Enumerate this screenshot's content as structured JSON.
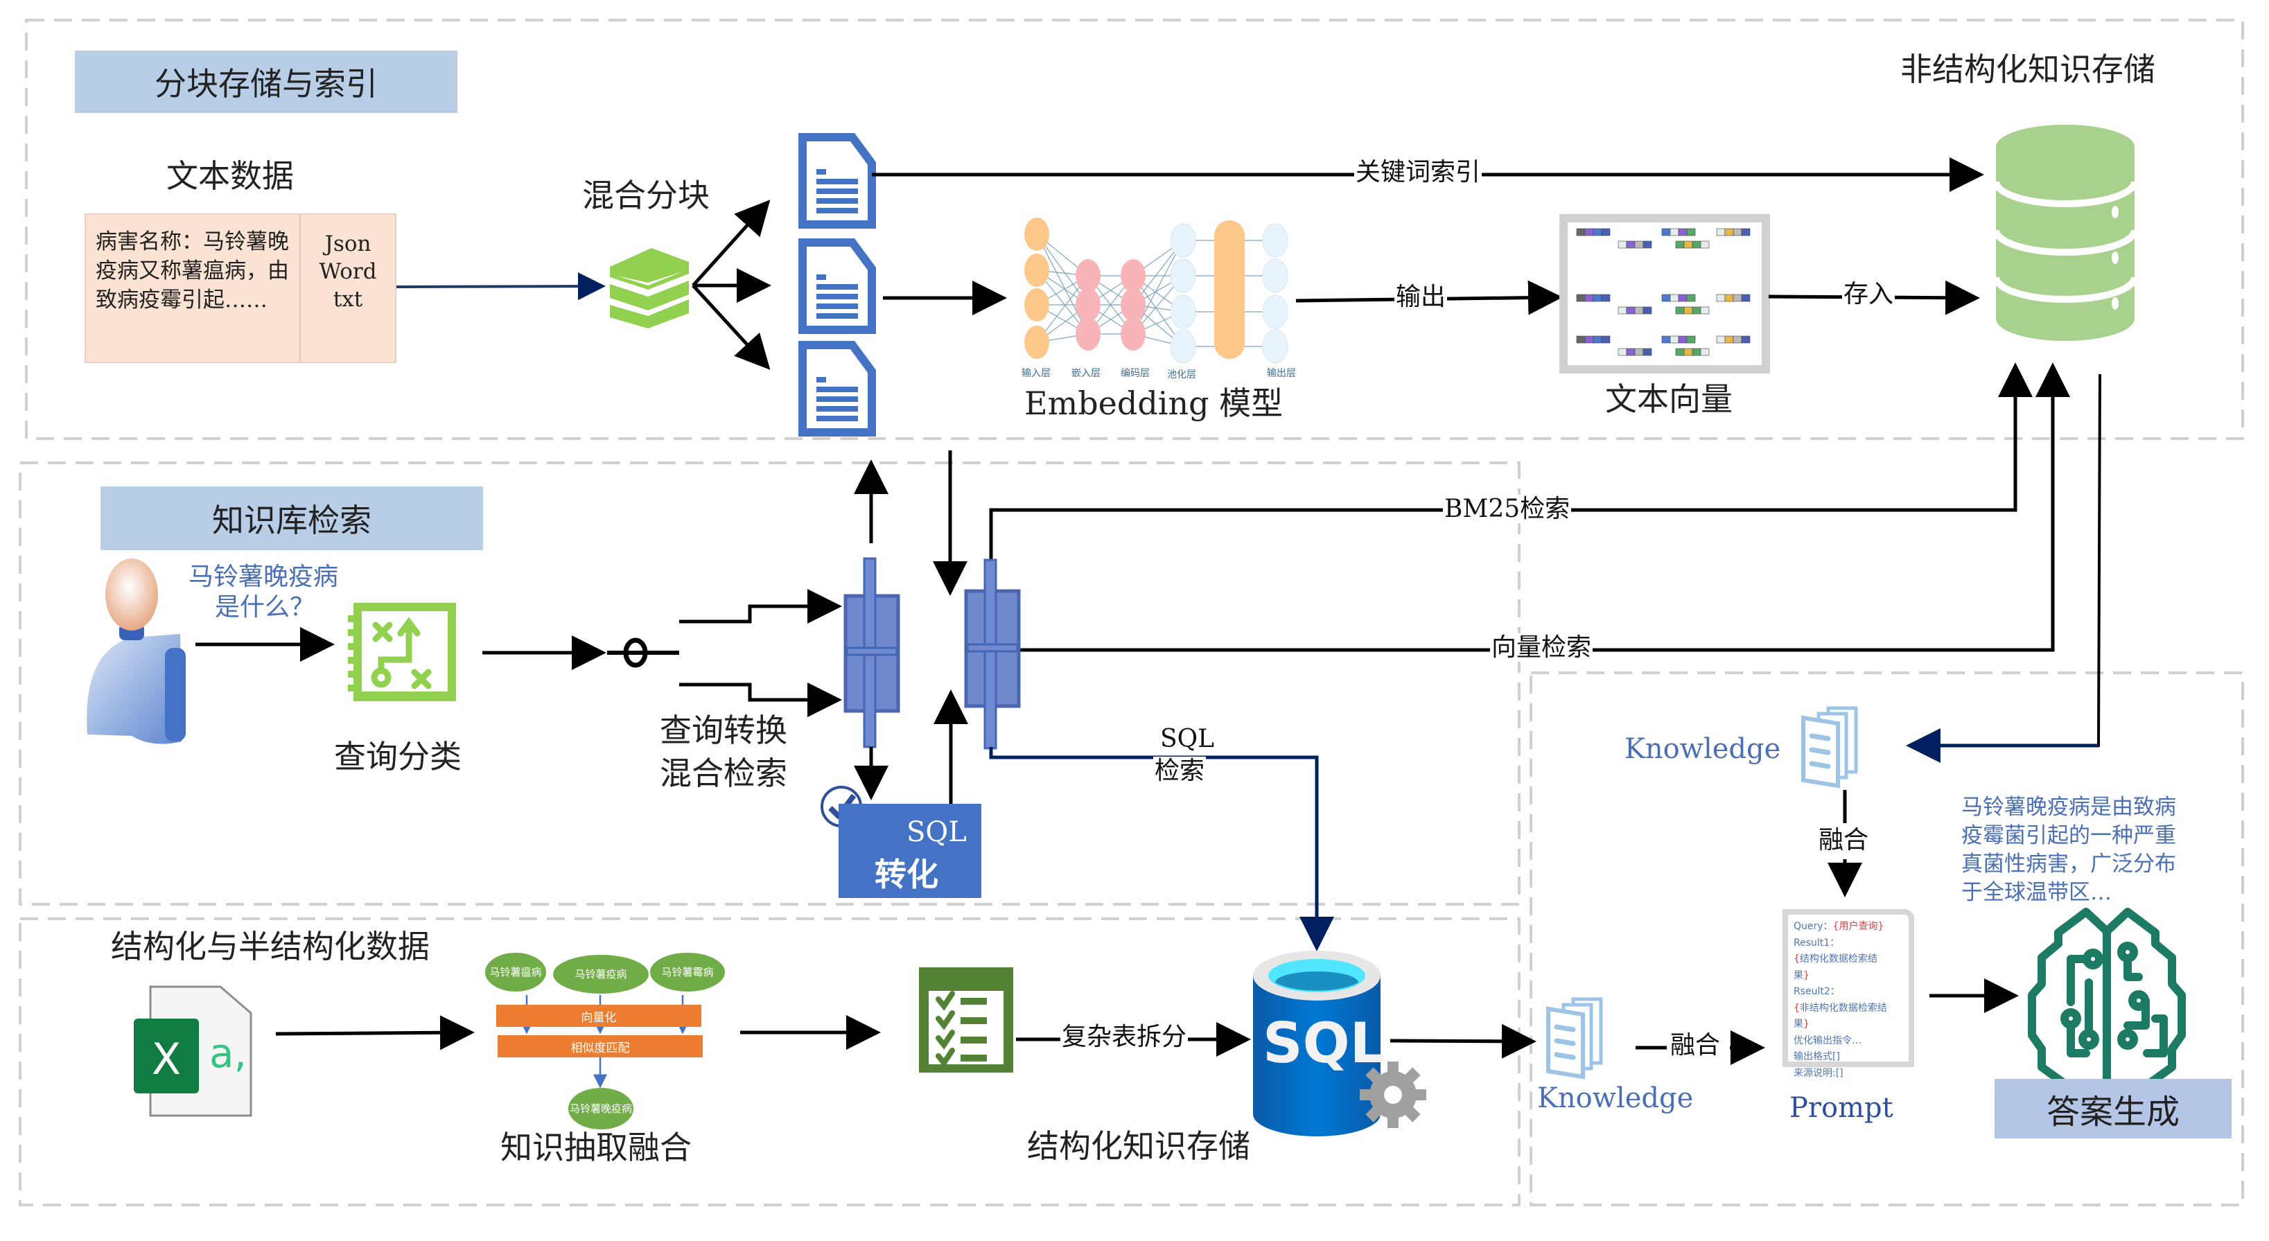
{
  "sections": {
    "chunk_storage": "分块存储与索引",
    "kb_retrieval": "知识库检索",
    "structured_data": "结构化与半结构化数据",
    "unstructured_storage": "非结构化知识存储",
    "answer_generation": "答案生成"
  },
  "text_data": {
    "title": "文本数据",
    "sample": "病害名称：马铃薯晚疫病又称薯瘟病，由致病疫霉引起……",
    "formats": [
      "Json",
      "Word",
      "txt"
    ]
  },
  "chunking": {
    "label": "混合分块"
  },
  "embedding": {
    "label": "Embedding 模型",
    "layers": [
      "输入层",
      "嵌入层",
      "编码层",
      "池化层",
      "输出层"
    ]
  },
  "vectors": {
    "label": "文本向量"
  },
  "edges": {
    "keyword_index": "关键词索引",
    "output": "输出",
    "store_in": "存入",
    "bm25": "BM25检索",
    "vector_search": "向量检索",
    "sql_search_1": "SQL",
    "sql_search_2": "检索",
    "split_tables": "复杂表拆分",
    "fuse_1": "融合",
    "fuse_2": "融合"
  },
  "query": {
    "question_line1": "马铃薯晚疫病",
    "question_line2": "是什么？",
    "classify_label": "查询分类",
    "transform_line1": "查询转换",
    "transform_line2": "混合检索"
  },
  "sql_convert": {
    "line1": "SQL",
    "line2": "转化"
  },
  "knowledge_fusion": {
    "label": "知识抽取融合",
    "sources": [
      "马铃薯瘟病",
      "马铃薯疫病",
      "马铃薯霉病"
    ],
    "steps": [
      "向量化",
      "相似度匹配"
    ],
    "result": "马铃薯晚疫病"
  },
  "structured_storage": {
    "label": "结构化知识存储",
    "db_text": "SQL"
  },
  "knowledge": {
    "top_label": "Knowledge",
    "bottom_label": "Knowledge"
  },
  "prompt": {
    "label": "Prompt",
    "lines": [
      {
        "pre": "Query：",
        "red": "{用户查询}",
        "post": ""
      },
      {
        "pre": "Result1：",
        "red": "",
        "post": ""
      },
      {
        "pre": "",
        "red": "{",
        "post": "结构化数据检索结"
      },
      {
        "pre": "果",
        "red": "}",
        "post": ""
      },
      {
        "pre": "Rseult2：",
        "red": "",
        "post": ""
      },
      {
        "pre": "",
        "red": "{",
        "post": "非结构化数据检索结"
      },
      {
        "pre": "果",
        "red": "}",
        "post": ""
      },
      {
        "pre": "优化输出指令…",
        "red": "",
        "post": ""
      },
      {
        "pre": "输出格式[]",
        "red": "",
        "post": ""
      },
      {
        "pre": "来源说明:[]",
        "red": "",
        "post": ""
      }
    ]
  },
  "answer": {
    "text": "马铃薯晚疫病是由致病疫霉菌引起的一种严重真菌性病害，广泛分布于全球温带区…"
  },
  "colors": {
    "section_header": "#b8cde6",
    "answer_header": "#b4c5e6",
    "doc_blue": "#4472c4",
    "db_green": "#a9d18e",
    "brain_green": "#1e7b63",
    "kg_green": "#70ad47",
    "kg_orange": "#ed7d31",
    "navy_arrow": "#002060",
    "dash_gray": "#d0d0d0"
  }
}
